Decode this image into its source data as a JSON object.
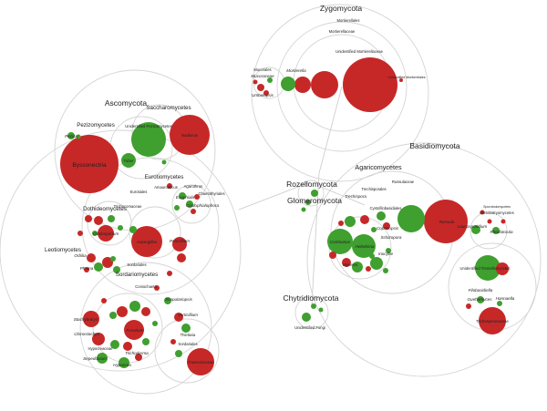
{
  "colors": {
    "enriched": "#c62828",
    "depleted": "#3f9f2f",
    "ring": "#d4d4d4",
    "link": "#c8c8c8",
    "text": "#222222"
  },
  "phyla": {
    "ascomycota": "Ascomycota",
    "zygomycota": "Zygomycota",
    "basidiomycota": "Basidiomycota",
    "rozellomycota": "Rozellomycota",
    "glomeromycota": "Glomeromycota",
    "chytridiomycota": "Chytridiomycota"
  },
  "classes": {
    "pezizomycetes": "Pezizomycetes",
    "saccharomycetes": "Saccharomycetes",
    "eurotiomycetes": "Eurotiomycetes",
    "dothideomycetes": "Dothideomycetes",
    "leotiomycetes": "Leotiomycetes",
    "sordariomycetes": "Sordariomycetes",
    "agaricomycetes": "Agaricomycetes",
    "microbotryomycetes": "Microbotryomycetes"
  },
  "taxa": {
    "byssonectria": "Byssonectria",
    "tuber": "Tuber",
    "peziza": "Peziza",
    "unidentified_pezizomycetes": "Unidentified Pezizomycetes",
    "nadsonia": "Nadsonia",
    "eurotiales": "Eurotiales",
    "amauroascus": "Amauroascus",
    "agaricomycetes_small": "Agarothron",
    "exophiala": "Exophiala",
    "chaetothyriales": "Chaetothyriales",
    "cladophialophora": "Cladophialophora",
    "trichocomaceae": "Trichocomaceae",
    "aspergillus": "Aspergillus",
    "penicillium": "Penicillium",
    "cladosporium": "Cladosporium",
    "orbilia": "Orbilia",
    "phoma": "Phoma",
    "sordariales_dot": "Sordariales",
    "coniochaeta": "Coniochaeta",
    "scopulariopsis": "Scopulariopsis",
    "verticillium": "Verticillium",
    "thielavia": "Thielavia",
    "stachybotrys": "Stachybotrys",
    "clonostachys": "Clonostachys",
    "fusarium": "Fusarium",
    "hypocreaceae": "Hypocreaceae",
    "sepedonium": "Sepedonium",
    "hypocrea": "Hypocrea",
    "trichoderma": "Trichoderma",
    "chaetomiaceae": "Chaetomiaceae",
    "sordariales": "Sordariales",
    "mortierellales": "Mortierellales",
    "mortierellaceae": "Mortierellaceae",
    "mucorales": "Mucorales",
    "mucoraceae": "Mucoraceae",
    "mortierella": "Mortierella",
    "umbelopsis": "Umbelopsis",
    "unidentified_mortierellaceae": "Unidentified Mortierellaceae",
    "unidentified_zygomycota": "Unidentified Mortierellales",
    "unidentified_fungi": "Unidentified Fungi",
    "russulaceae": "Russulaceae",
    "trechisporales": "Trechisporales",
    "trechispora": "Trechispora",
    "cystofilobasidiales": "Cystofilobasidiales",
    "cortinarius": "Cortinarius",
    "hebeloma": "Hebeloma",
    "coprinopsis": "Coprinopsis",
    "schizopora": "Schizopora",
    "russula": "Russula",
    "inocybe": "Inocybe",
    "mycena": "Mycena",
    "leucosporidium": "Leucosporidium",
    "sporobolomycetes": "Sporobolomycetes",
    "rhodotorula": "Rhodotorula",
    "unidentified_tremellomycetes": "Unidentified Tremellomycetes",
    "filobasidiella": "Filobasidiella",
    "guehomyces": "Guehomyces",
    "hannaella": "Hannaella",
    "trichosporonaceae": "Trichosporonaceae"
  }
}
